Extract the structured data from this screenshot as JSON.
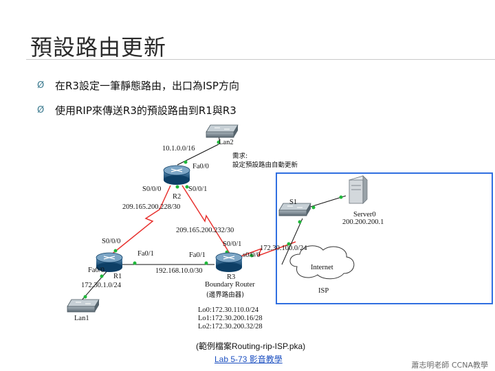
{
  "slide": {
    "title": "預設路由更新",
    "bullets": [
      {
        "glyph": "Ø",
        "text": "在R3設定一筆靜態路由，出口為ISP方向"
      },
      {
        "glyph": "Ø",
        "text": "使用RIP來傳送R3的預設路由到R1與R3"
      }
    ],
    "caption": "(範例檔案Routing-rip-ISP.pka)",
    "link": "Lab 5-73 影音教學",
    "footer": "蕭志明老師 CCNA教學"
  },
  "diagram": {
    "labels": {
      "lan2": "Lan2",
      "lan2_net": "10.1.0.0/16",
      "note1": "需求:",
      "note2": "設定預設路由自動更新",
      "r2_fa": "Fa0/0",
      "r2_s00": "S0/0/0",
      "r2_s01": "S0/0/1",
      "r2": "R2",
      "net_228": "209.165.200.228/30",
      "net_232": "209.165.200.232/30",
      "s1": "S1",
      "server": "Server0",
      "server_ip": "200.200.200.1",
      "r1_s00": "S0/0/0",
      "r1_fa01": "Fa0/1",
      "r3_s01": "S0/0/1",
      "r3_fa01": "Fa0/1",
      "r3_s000": "s0/0/0",
      "net_isp": "172.30.100.0/24",
      "r1_fa00": "Fa0/0",
      "r1": "R1",
      "lan1_net": "172.30.1.0/24",
      "net_192": "192.168.10.0/30",
      "internet": "Internet",
      "isp": "ISP",
      "r3": "R3",
      "boundary": "Boundary Router",
      "boundary_zh": "(邊界路由器)",
      "lan1": "Lan1",
      "lo0": "Lo0:172.30.110.0/24",
      "lo1": "Lo1:172.30.200.16/28",
      "lo2": "Lo2:172.30.200.32/28"
    },
    "colors": {
      "link_red": "#e8322f",
      "isp_blue": "#2f6ee0",
      "router_body": "#0d3f66",
      "switch_body": "#6f7e88",
      "led": "#1fb83a"
    }
  }
}
